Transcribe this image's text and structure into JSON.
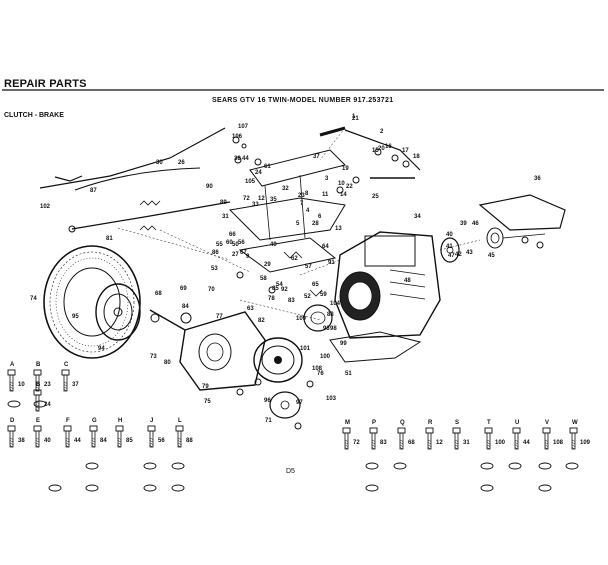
{
  "header": {
    "title": "REPAIR PARTS",
    "model": "SEARS GTV 16 TWIN-MODEL NUMBER 917.253721",
    "section": "CLUTCH - BRAKE",
    "page": "D5"
  },
  "callouts": [
    "1",
    "2",
    "3",
    "4",
    "5",
    "6",
    "7",
    "8",
    "9",
    "10",
    "11",
    "12",
    "13",
    "14",
    "15",
    "16",
    "17",
    "18",
    "19",
    "20",
    "21",
    "22",
    "23",
    "24",
    "25",
    "26",
    "27",
    "28",
    "29",
    "30",
    "31",
    "32",
    "33",
    "34",
    "35",
    "36",
    "37",
    "38",
    "39",
    "40",
    "41",
    "42",
    "43",
    "44",
    "45",
    "46",
    "47",
    "48",
    "49",
    "50",
    "51",
    "52",
    "53",
    "54",
    "55",
    "56",
    "57",
    "58",
    "59",
    "60",
    "61",
    "62",
    "63",
    "64",
    "65",
    "66",
    "67",
    "68",
    "69",
    "70",
    "71",
    "72",
    "73",
    "74",
    "75",
    "76",
    "77",
    "78",
    "79",
    "80",
    "81",
    "82",
    "83",
    "84",
    "85",
    "86",
    "87",
    "88",
    "89",
    "90",
    "91",
    "92",
    "93",
    "94",
    "95",
    "96",
    "97",
    "98",
    "99",
    "100",
    "101",
    "102",
    "103",
    "104",
    "105",
    "106",
    "107",
    "108",
    "109"
  ],
  "hardware_keys": [
    {
      "letter": "A",
      "part": "10"
    },
    {
      "letter": "B",
      "part": "23"
    },
    {
      "letter": "C",
      "part": "37"
    },
    {
      "letter": "B",
      "part": "24"
    },
    {
      "letter": "D",
      "part": "38"
    },
    {
      "letter": "E",
      "part": "40"
    },
    {
      "letter": "F",
      "part": "44"
    },
    {
      "letter": "G",
      "part": "84"
    },
    {
      "letter": "H",
      "part": "85"
    },
    {
      "letter": "J",
      "part": "56"
    },
    {
      "letter": "L",
      "part": "88"
    },
    {
      "letter": "M",
      "part": "72"
    },
    {
      "letter": "P",
      "part": "83"
    },
    {
      "letter": "Q",
      "part": "68"
    },
    {
      "letter": "R",
      "part": "12"
    },
    {
      "letter": "S",
      "part": "31"
    },
    {
      "letter": "T",
      "part": "100"
    },
    {
      "letter": "U",
      "part": "44"
    },
    {
      "letter": "V",
      "part": "108"
    },
    {
      "letter": "W",
      "part": "109"
    }
  ]
}
